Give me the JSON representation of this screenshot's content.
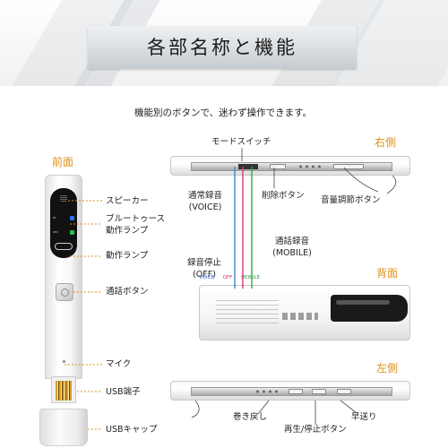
{
  "banner": {
    "title": "各部名称と機能"
  },
  "subtitle": "機能別のボタンで、迷わず操作できます。",
  "sections": {
    "front": "前面",
    "right": "右側",
    "back": "背面",
    "left": "左側"
  },
  "front_labels": {
    "speaker": "スピーカー",
    "bluetooth_lamp": [
      "ブルートゥース",
      "動作ランプ"
    ],
    "operation_lamp": "動作ランプ",
    "call_button": "通話ボタン",
    "mic": "マイク",
    "usb_port": "USB端子",
    "usb_cap": "USBキャップ"
  },
  "right_labels": {
    "mode_switch": "モードスイッチ",
    "normal_rec": [
      "通常録音",
      "(VOICE)"
    ],
    "delete_button": "削除ボタン",
    "volume_button": "音量調節ボタン",
    "call_rec": [
      "通話録音",
      "(MOBILE)"
    ],
    "rec_stop": [
      "録音停止",
      "(OFF)"
    ]
  },
  "switch_marks": {
    "voice": "VOICE",
    "off": "OFF",
    "mobile": "MOBILE"
  },
  "left_labels": {
    "rewind": "巻き戻し",
    "play_stop": "再生/停止ボタン",
    "fast_forward": "早送り"
  },
  "colors": {
    "section": "#e0901c",
    "voice_line": "#3e86c8",
    "off_line": "#e2337a",
    "mobile_line": "#2fa84a",
    "leader_line": "#e0901c"
  }
}
